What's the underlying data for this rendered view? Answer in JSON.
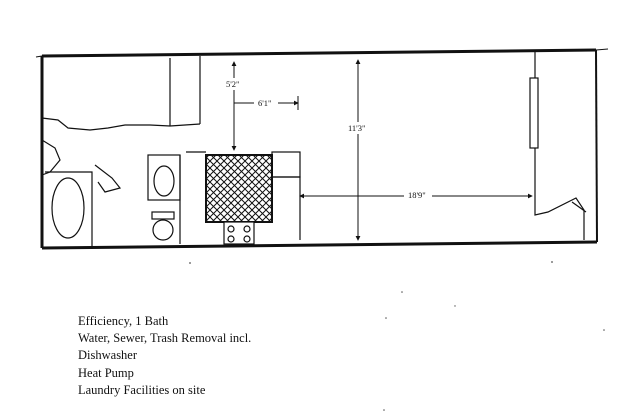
{
  "dimensions": {
    "vertical_left": "5'2\"",
    "horizontal_short": "6'1\"",
    "room_height": "11'3\"",
    "room_length": "18'9\""
  },
  "notes": [
    "Efficiency, 1 Bath",
    "Water, Sewer, Trash Removal incl.",
    "Dishwasher",
    "Heat Pump",
    "Laundry Facilities on site"
  ]
}
